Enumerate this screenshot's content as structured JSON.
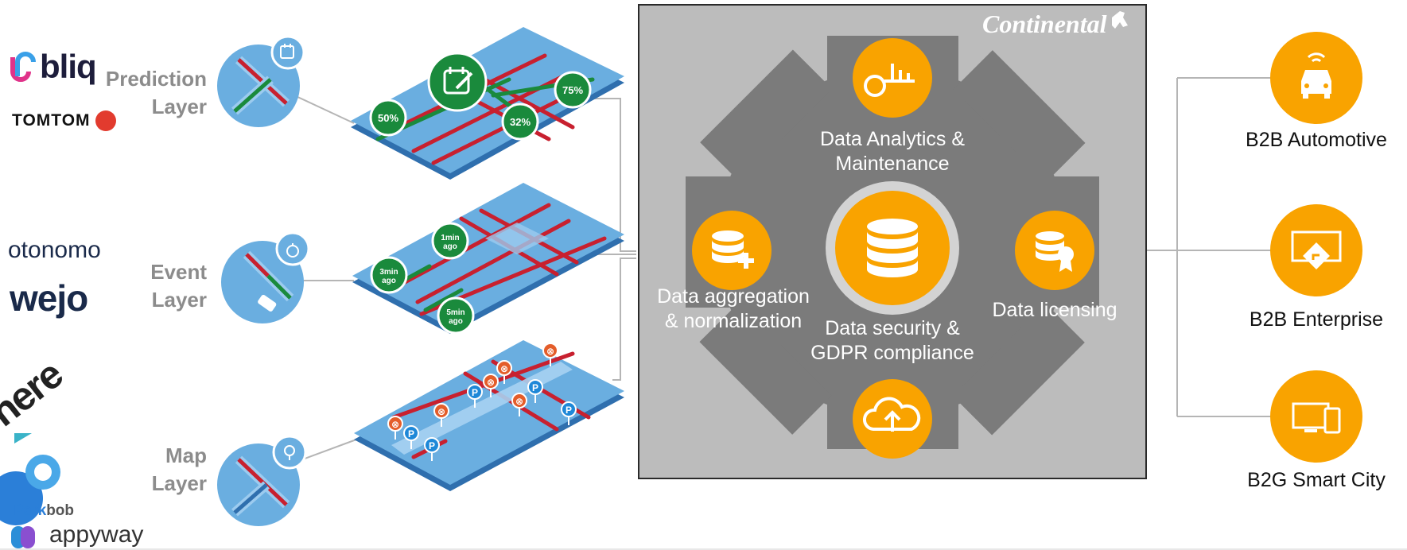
{
  "colors": {
    "orange": "#f9a300",
    "green": "#1a8a3c",
    "map_blue": "#6aaee0",
    "road_red": "#c8202f",
    "panel_bg": "#bcbcbc",
    "gear": "#7b7b7b",
    "label_gray": "#8c8c8c"
  },
  "header": {
    "brand": "Continental"
  },
  "providers": {
    "bliq": "bliq",
    "tomtom": "TOMTOM",
    "otonomo": "otonomo",
    "wejo": "wejo",
    "here": "here",
    "parkbob_park": "Park",
    "parkbob_bob": "bob",
    "appyway": "appyway"
  },
  "layers": [
    {
      "line1": "Prediction",
      "line2": "Layer",
      "icon": "calendar-edit-icon"
    },
    {
      "line1": "Event",
      "line2": "Layer",
      "icon": "stopwatch-icon"
    },
    {
      "line1": "Map",
      "line2": "Layer",
      "icon": "location-pin-icon"
    }
  ],
  "prediction_badges": [
    "50%",
    "32%",
    "75%"
  ],
  "event_badges": [
    {
      "line1": "1min",
      "line2": "ago"
    },
    {
      "line1": "3min",
      "line2": "ago"
    },
    {
      "line1": "5min",
      "line2": "ago"
    }
  ],
  "map_markers": {
    "parking": "P",
    "blocked": "⊗"
  },
  "center": {
    "analytics": {
      "line1": "Data Analytics &",
      "line2": "Maintenance",
      "icon": "analytics-icon"
    },
    "aggregation": {
      "line1": "Data aggregation",
      "line2": "& normalization",
      "icon": "database-add-icon"
    },
    "licensing": {
      "line1": "Data licensing",
      "icon": "database-certificate-icon"
    },
    "security": {
      "line1": "Data security &",
      "line2": "GDPR compliance",
      "icon": "cloud-upload-icon"
    },
    "core_icon": "database-icon"
  },
  "outputs": [
    {
      "label": "B2B Automotive",
      "icon": "connected-car-icon"
    },
    {
      "label": "B2B Enterprise",
      "icon": "screen-direction-icon"
    },
    {
      "label": "B2G Smart City",
      "icon": "devices-icon"
    }
  ]
}
